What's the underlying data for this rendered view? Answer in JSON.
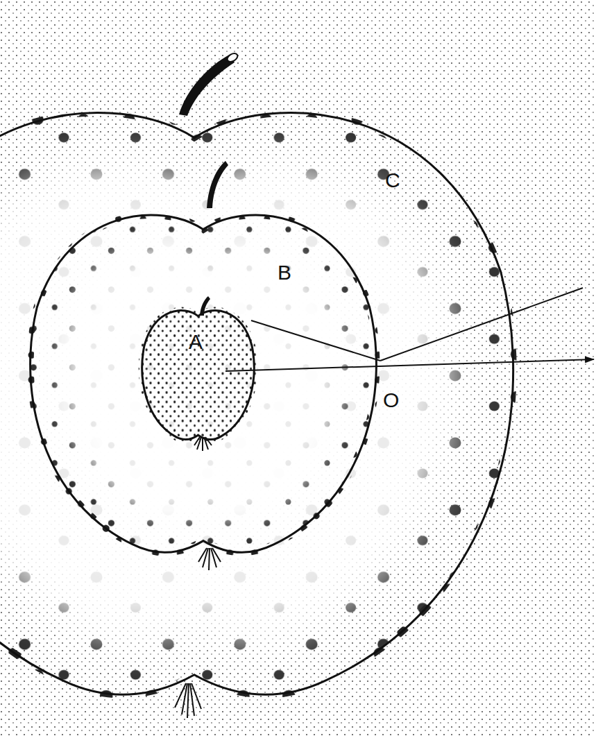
{
  "diagram": {
    "nodes": [
      {
        "text": [
          "C"
        ]
      },
      {
        "text": [
          "B"
        ],
        "in": 0
      },
      {
        "text": [
          "A"
        ],
        "in": 1
      }
    ],
    "labels": [
      "O"
    ]
  }
}
